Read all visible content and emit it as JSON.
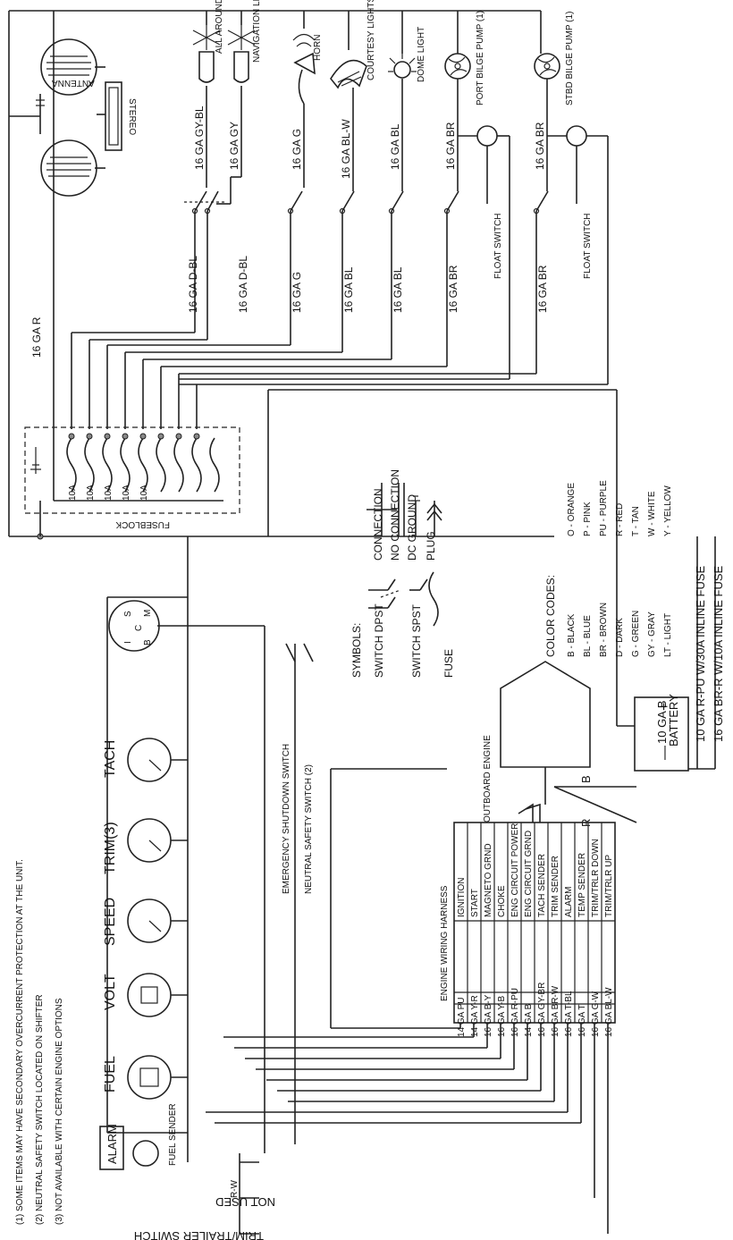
{
  "notes": [
    "(1)   SOME ITEMS MAY HAVE SECONDARY OVERCURRENT PROTECTION AT THE UNIT.",
    "(2)   NEUTRAL SAFETY SWITCH LOCATED ON SHIFTER",
    "(3)   NOT AVAILABLE WITH CERTAIN ENGINE OPTIONS"
  ],
  "components": {
    "antenna": "ANTENNA",
    "stereo": "STEREO",
    "all_around_light": "ALL AROUND LIGHT",
    "navigation_lights": "NAVIGATION LIGHTS",
    "horn": "HORN",
    "courtesy_lights": "COURTESY LIGHTS",
    "dome_light": "DOME LIGHT",
    "port_bilge_pump": "PORT BILGE PUMP (1)",
    "stbd_bilge_pump": "STBD BILGE PUMP (1)",
    "float_switch": "FLOAT SWITCH",
    "fuseblock": "FUSEBLOCK",
    "fuse_ratings": [
      "10A",
      "10A",
      "10A",
      "10A",
      "10A"
    ],
    "gauges": [
      "FUEL",
      "VOLT",
      "SPEED",
      "TRIM(3)",
      "TACH"
    ],
    "alarm": "ALARM",
    "fuel_sender": "FUEL SENDER",
    "emergency_shutdown": "EMERGENCY SHUTDOWN SWITCH",
    "neutral_safety": "NEUTRAL SAFETY SWITCH (2)",
    "outboard_engine": "OUTBOARD ENGINE",
    "battery": "BATTERY",
    "battery_plus": "+",
    "battery_minus": "—",
    "not_used": "NOT USED",
    "trim_trailer_switch": "TRIM/TRAILER SWITCH",
    "rw": "R-W",
    "b": "B",
    "r": "R"
  },
  "wires": {
    "main": "16 GA R",
    "left": [
      "16 GA D-BL",
      "16 GA D-BL",
      "16 GA G",
      "16 GA BL",
      "16 GA BL",
      "16 GA BR",
      "16 GA BR"
    ],
    "right": [
      "16 GA GY-BL",
      "16 GA GY",
      "16 GA G",
      "16 GA BL-W",
      "16 GA BL",
      "16 GA BR",
      "16 GA BR"
    ],
    "battery": [
      "10 GA B",
      "10 GA R-PU W/30A INLINE FUSE",
      "16 GA BR-R W/10A INLINE FUSE"
    ]
  },
  "harness": {
    "title": "ENGINE WIRING HARNESS",
    "rows": [
      {
        "gauge": "14 GA PU",
        "function": "IGNITION"
      },
      {
        "gauge": "14 GA Y-R",
        "function": "START"
      },
      {
        "gauge": "16 GA B-Y",
        "function": "MAGNETO GRND"
      },
      {
        "gauge": "16 GA Y-B",
        "function": "CHOKE"
      },
      {
        "gauge": "16 GA R-PU",
        "function": "ENG CIRCUIT POWER"
      },
      {
        "gauge": "14 GA B",
        "function": "ENG CIRCUIT GRND"
      },
      {
        "gauge": "16 GA GY-BR",
        "function": "TACH SENDER"
      },
      {
        "gauge": "16 GA BR-W",
        "function": "TRIM SENDER"
      },
      {
        "gauge": "16 GA T-BL",
        "function": "ALARM"
      },
      {
        "gauge": "16 GA T",
        "function": "TEMP SENDER"
      },
      {
        "gauge": "16 GA G-W",
        "function": "TRIM/TRLR DOWN"
      },
      {
        "gauge": "16 GA BL-W",
        "function": "TRIM/TRLR UP"
      }
    ]
  },
  "symbols": {
    "title": "SYMBOLS:",
    "items": [
      "SWITCH DPST",
      "SWITCH SPST",
      "FUSE"
    ],
    "legend": [
      "CONNECTION",
      "NO CONNECTION",
      "DC GROUND",
      "PLUG"
    ]
  },
  "color_codes": {
    "title": "COLOR CODES:",
    "col1": [
      "B  -  BLACK",
      "BL  -  BLUE",
      "BR  -  BROWN",
      "D  -  DARK",
      "G  -  GREEN",
      "GY  -  GRAY",
      "LT  -  LIGHT"
    ],
    "col2": [
      "O  -  ORANGE",
      "P  -  PINK",
      "PU  -  PURPLE",
      "R  -  RED",
      "T  -  TAN",
      "W  -  WHITE",
      "Y  -  YELLOW"
    ]
  }
}
